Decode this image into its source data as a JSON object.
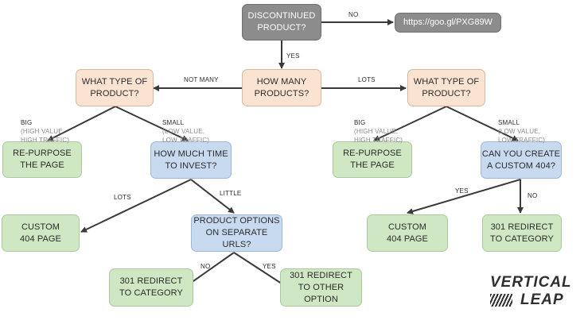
{
  "nodes": {
    "discontinued": "DISCONTINUED\nPRODUCT?",
    "url": "https://goo.gl/PXG89W",
    "how_many": "HOW MANY\nPRODUCTS?",
    "type_left": "WHAT TYPE OF\nPRODUCT?",
    "type_right": "WHAT TYPE OF\nPRODUCT?",
    "repurpose_left": "RE-PURPOSE\nTHE PAGE",
    "time_invest": "HOW MUCH TIME\nTO INVEST?",
    "repurpose_right": "RE-PURPOSE\nTHE PAGE",
    "custom404_q": "CAN YOU CREATE\nA CUSTOM 404?",
    "custom404_left": "CUSTOM\n404 PAGE",
    "product_options": "PRODUCT OPTIONS\nON SEPARATE URLS?",
    "custom404_right": "CUSTOM\n404 PAGE",
    "redirect_category_right": "301 REDIRECT\nTO CATEGORY",
    "redirect_category_bottom": "301 REDIRECT\nTO CATEGORY",
    "redirect_other": "301 REDIRECT\nTO OTHER OPTION"
  },
  "labels": {
    "no_top": "NO",
    "yes_top": "YES",
    "not_many": "NOT MANY",
    "lots_top": "LOTS",
    "big_left": "BIG",
    "big_left_sub": "(HIGH VALUE,\nHIGH TRAFFIC)",
    "small_left": "SMALL",
    "small_left_sub": "(LOW VALUE,\nLOW TRAFFIC)",
    "big_right": "BIG",
    "big_right_sub": "(HIGH VALUE,\nHIGH TRAFFIC)",
    "small_right": "SMALL",
    "small_right_sub": "(LOW VALUE,\nLOW TRAFFIC)",
    "lots_mid": "LOTS",
    "little": "LITTLE",
    "yes_right": "YES",
    "no_right": "NO",
    "no_bottom": "NO",
    "yes_bottom": "YES"
  },
  "logo": {
    "line1": "VERTICAL",
    "line2": "LEAP"
  },
  "colors": {
    "gray": "#8c8c8c",
    "peach": "#fbe3d2",
    "green": "#cfe7c3",
    "blue": "#c8daf0",
    "line": "#3a3a3a"
  }
}
